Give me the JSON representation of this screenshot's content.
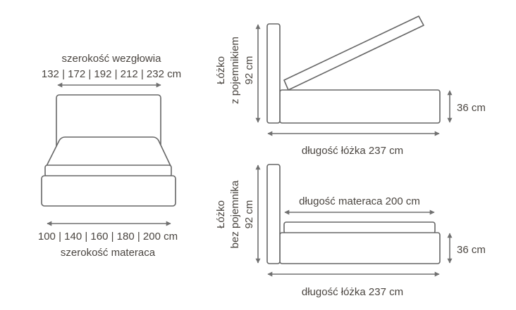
{
  "front_view": {
    "headboard_label": "szerokość wezgłowia",
    "headboard_widths": "132 | 172 | 192 | 212 | 232 cm",
    "mattress_widths": "100 | 140 | 160 | 180 | 200 cm",
    "mattress_label": "szerokość materaca"
  },
  "side_with_storage": {
    "label_line1": "Łóżko",
    "label_line2": "z pojemnikiem",
    "height": "92 cm",
    "base_height": "36 cm",
    "length": "długość łóżka 237 cm"
  },
  "side_without_storage": {
    "label_line1": "Łóżko",
    "label_line2": "bez pojemnika",
    "height": "92 cm",
    "mattress_length": "długość materaca 200 cm",
    "base_height": "36 cm",
    "length": "długość łóżka 237 cm"
  },
  "colors": {
    "text": "#4a4540",
    "outline": "#666666",
    "arrow": "#707070"
  }
}
